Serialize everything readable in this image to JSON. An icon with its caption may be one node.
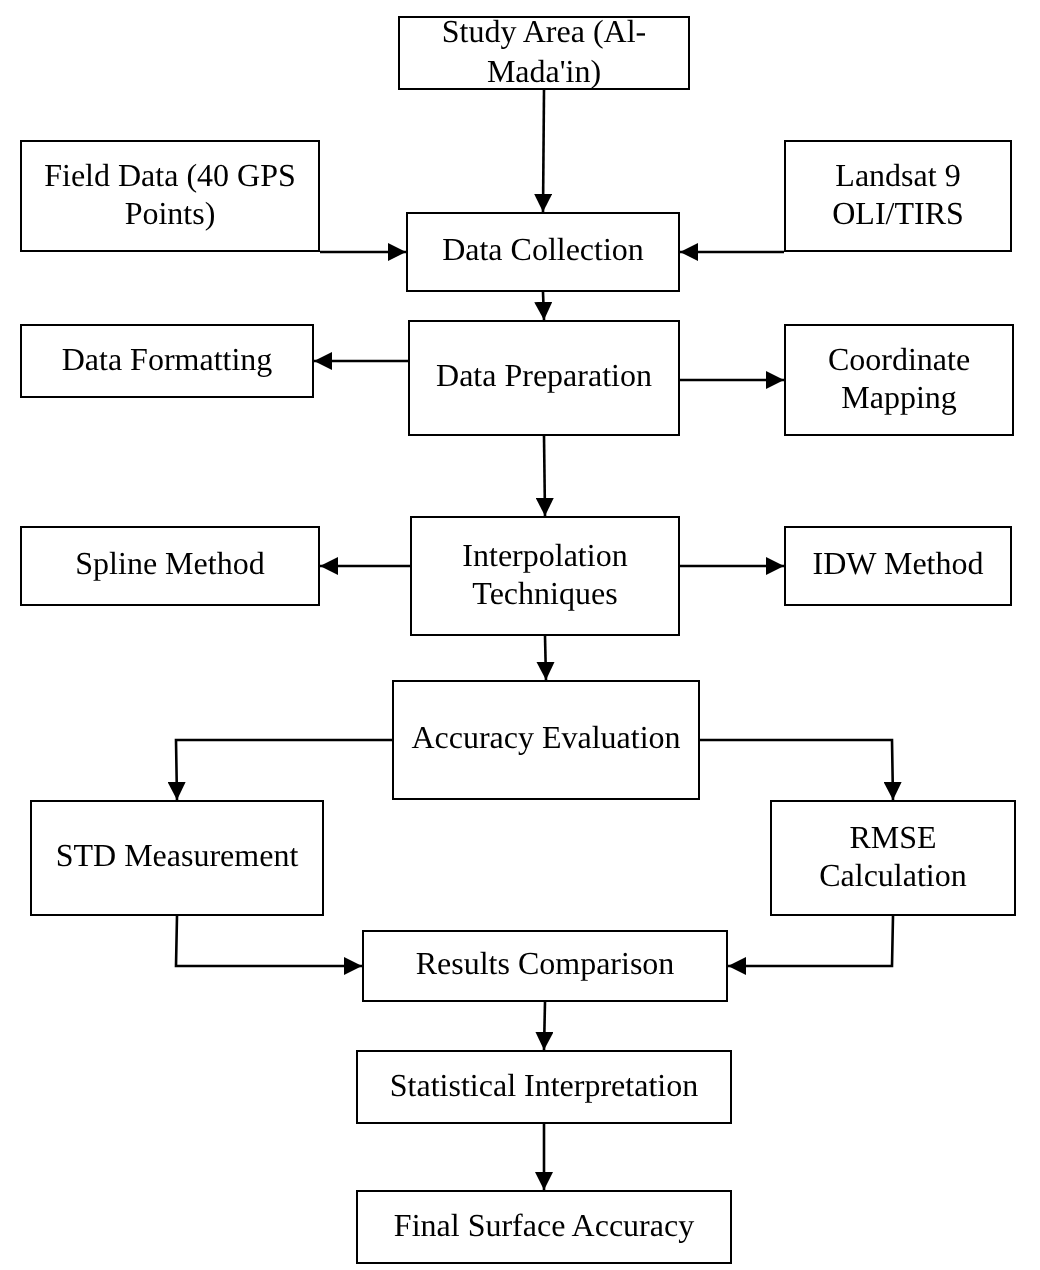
{
  "diagram": {
    "nodes": [
      {
        "text": [
          "Study Area (Al-Mada'in)"
        ]
      },
      {
        "text": [
          "Field Data (40 GPS Points)"
        ]
      },
      {
        "text": [
          "Data Collection"
        ]
      },
      {
        "text": [
          "Landsat 9 OLI/TIRS"
        ]
      },
      {
        "text": [
          "Data Formatting"
        ]
      },
      {
        "text": [
          "Data Preparation"
        ]
      },
      {
        "text": [
          "Coordinate Mapping"
        ]
      },
      {
        "text": [
          "Spline Method"
        ]
      },
      {
        "text": [
          "Interpolation Techniques"
        ]
      },
      {
        "text": [
          "IDW Method"
        ]
      },
      {
        "text": [
          "Accuracy Evaluation"
        ]
      },
      {
        "text": [
          "STD Measurement"
        ]
      },
      {
        "text": [
          "RMSE Calculation"
        ]
      },
      {
        "text": [
          "Results Comparison"
        ]
      },
      {
        "text": [
          "Statistical Interpretation"
        ]
      },
      {
        "text": [
          "Final Surface Accuracy"
        ]
      }
    ],
    "edges": [
      {
        "from": 0,
        "to": 2,
        "arrow": "to"
      },
      {
        "from": 1,
        "to": 2,
        "arrow": "to"
      },
      {
        "from": 3,
        "to": 2,
        "arrow": "to"
      },
      {
        "from": 2,
        "to": 5,
        "arrow": "to"
      },
      {
        "from": 5,
        "to": 4,
        "arrow": "to"
      },
      {
        "from": 5,
        "to": 6,
        "arrow": "to"
      },
      {
        "from": 5,
        "to": 8,
        "arrow": "to"
      },
      {
        "from": 8,
        "to": 7,
        "arrow": "to"
      },
      {
        "from": 8,
        "to": 9,
        "arrow": "to"
      },
      {
        "from": 8,
        "to": 10,
        "arrow": "to"
      },
      {
        "from": 10,
        "to": 11,
        "arrow": "to"
      },
      {
        "from": 10,
        "to": 12,
        "arrow": "to"
      },
      {
        "from": 11,
        "to": 13,
        "arrow": "to"
      },
      {
        "from": 12,
        "to": 13,
        "arrow": "to"
      },
      {
        "from": 13,
        "to": 14,
        "arrow": "to"
      },
      {
        "from": 14,
        "to": 15,
        "arrow": "to"
      }
    ]
  }
}
